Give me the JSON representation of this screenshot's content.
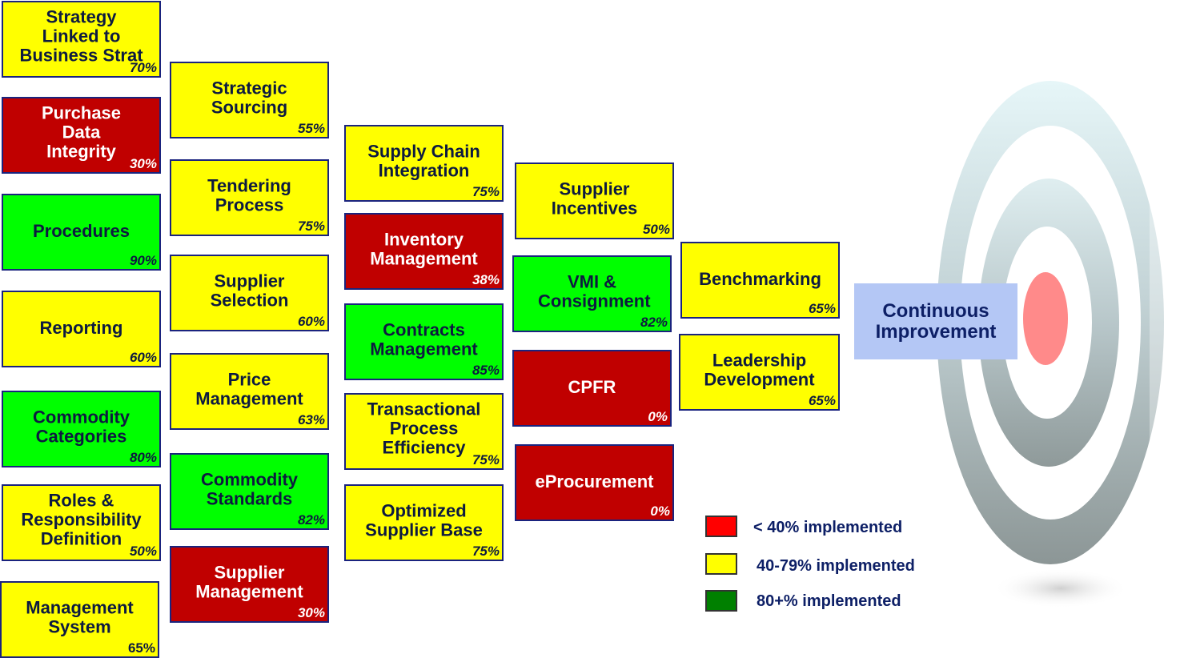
{
  "colors": {
    "low": "#ff0000",
    "mid": "#ffff00",
    "high": "#00ff00",
    "box_red": "#c00000",
    "target_center": "#ff8a8a"
  },
  "boxes": [
    {
      "label": "Strategy Linked to Business Strat",
      "pct": "70%",
      "status": "mid"
    },
    {
      "label": "Purchase Data Integrity",
      "pct": "30%",
      "status": "low"
    },
    {
      "label": "Procedures",
      "pct": "90%",
      "status": "high"
    },
    {
      "label": "Reporting",
      "pct": "60%",
      "status": "mid"
    },
    {
      "label": "Commodity Categories",
      "pct": "80%",
      "status": "high"
    },
    {
      "label": "Roles & Responsibility Definition",
      "pct": "50%",
      "status": "mid"
    },
    {
      "label": "Management System",
      "pct": "65%",
      "status": "mid"
    },
    {
      "label": "Strategic Sourcing",
      "pct": "55%",
      "status": "mid"
    },
    {
      "label": "Tendering Process",
      "pct": "75%",
      "status": "mid"
    },
    {
      "label": "Supplier Selection",
      "pct": "60%",
      "status": "mid"
    },
    {
      "label": "Price Management",
      "pct": "63%",
      "status": "mid"
    },
    {
      "label": "Commodity Standards",
      "pct": "82%",
      "status": "high"
    },
    {
      "label": "Supplier Management",
      "pct": "30%",
      "status": "low"
    },
    {
      "label": "Supply Chain Integration",
      "pct": "75%",
      "status": "mid"
    },
    {
      "label": "Inventory Management",
      "pct": "38%",
      "status": "low"
    },
    {
      "label": "Contracts Management",
      "pct": "85%",
      "status": "high"
    },
    {
      "label": "Transactional Process Efficiency",
      "pct": "75%",
      "status": "mid"
    },
    {
      "label": "Optimized Supplier Base",
      "pct": "75%",
      "status": "mid"
    },
    {
      "label": "Supplier Incentives",
      "pct": "50%",
      "status": "mid"
    },
    {
      "label": "VMI & Consignment",
      "pct": "82%",
      "status": "high"
    },
    {
      "label": "CPFR",
      "pct": "0%",
      "status": "low"
    },
    {
      "label": "eProcurement",
      "pct": "0%",
      "status": "low"
    },
    {
      "label": "Benchmarking",
      "pct": "65%",
      "status": "mid"
    },
    {
      "label": "Leadership Development",
      "pct": "65%",
      "status": "mid"
    }
  ],
  "goal": "Continuous Improvement",
  "legend": [
    {
      "label": "< 40% implemented",
      "color": "#ff0000"
    },
    {
      "label": "40-79% implemented",
      "color": "#ffff00"
    },
    {
      "label": "80+% implemented",
      "color": "#008000"
    }
  ]
}
